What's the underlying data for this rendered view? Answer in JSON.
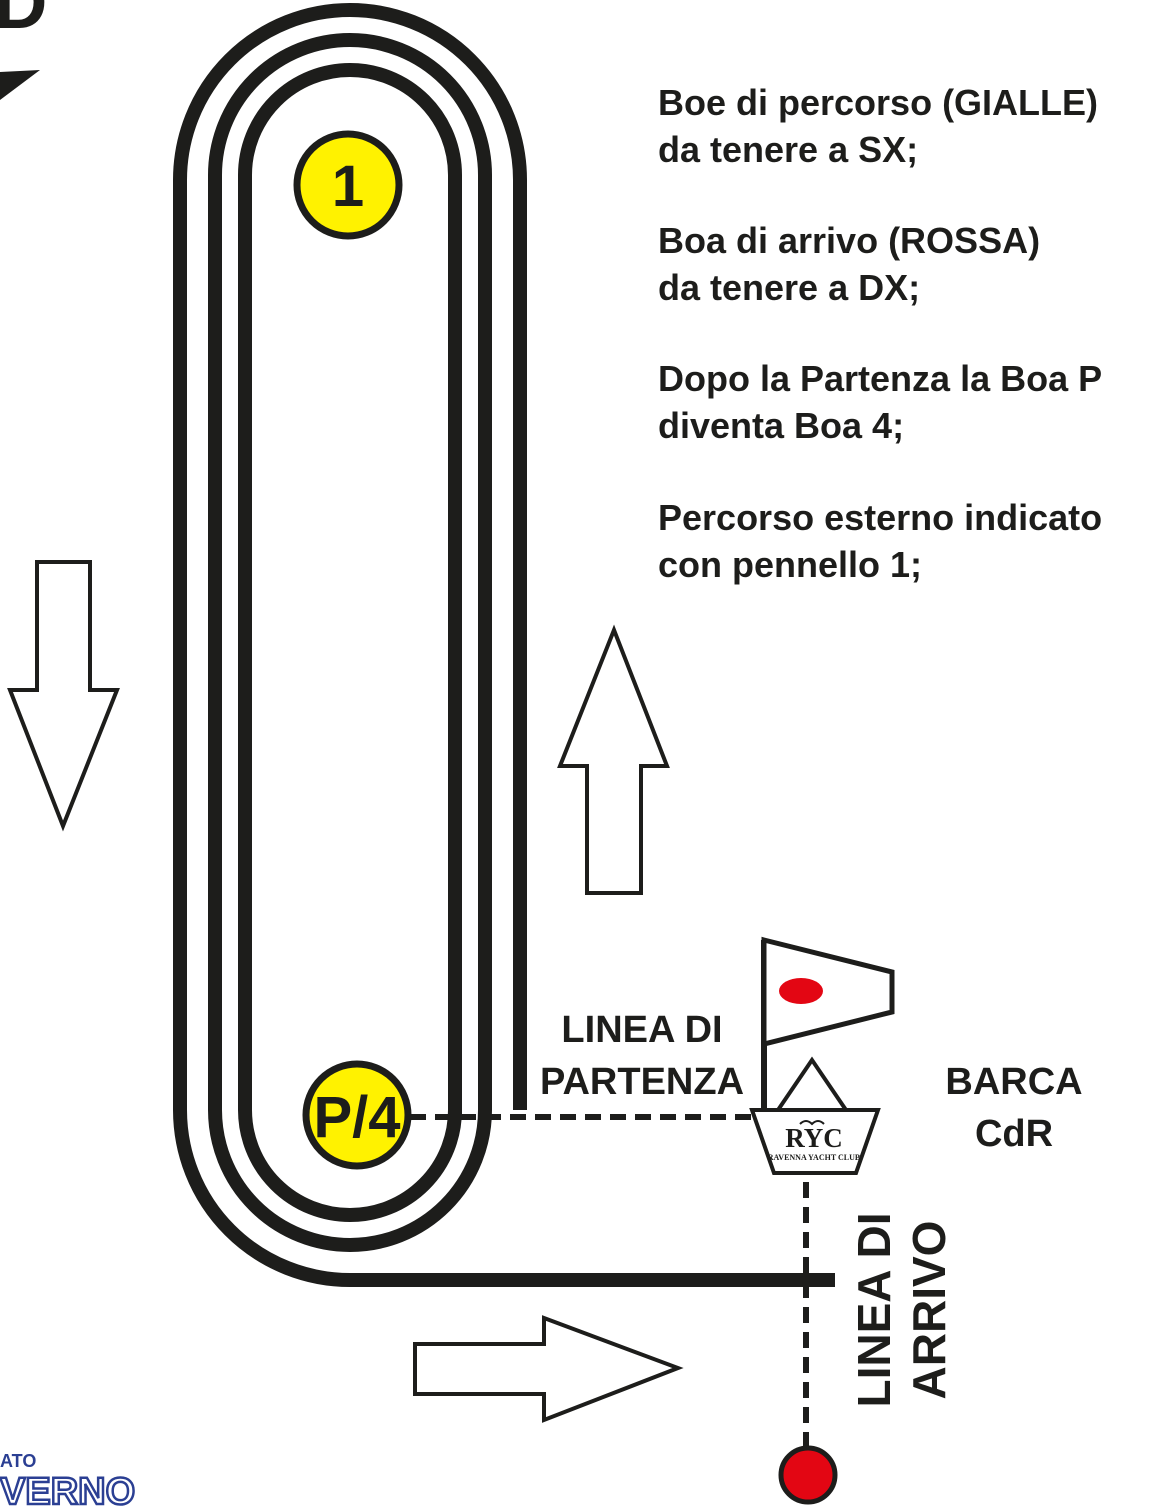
{
  "corner_title_fragment": "D",
  "instructions": [
    {
      "line1": "Boe di percorso (GIALLE)",
      "line2": "da tenere a SX;"
    },
    {
      "line1": "Boa di arrivo (ROSSA)",
      "line2": "da tenere a DX;"
    },
    {
      "line1": "Dopo la Partenza la Boa P",
      "line2": "diventa Boa 4;"
    },
    {
      "line1": "Percorso esterno indicato",
      "line2": "con pennello 1;"
    }
  ],
  "buoys": {
    "upwind": {
      "label": "1",
      "color": "#fff200"
    },
    "start": {
      "label": "P/4",
      "color": "#fff200"
    },
    "finish": {
      "label": "",
      "color": "#e30613"
    }
  },
  "start_line": {
    "line1": "LINEA DI",
    "line2": "PARTENZA"
  },
  "finish_line": {
    "line1": "LINEA  DI",
    "line2": "ARRIVO"
  },
  "committee_boat": {
    "line1": "BARCA",
    "line2": "CdR",
    "logo": "RYC",
    "logo_subtitle": "RAVENNA YACHT CLUB"
  },
  "bottom_logo": {
    "line1": "ATO",
    "line2": "VERNO"
  },
  "colors": {
    "ink": "#1d1d1b",
    "yellow": "#fff200",
    "red": "#e30613",
    "logo_blue": "#2b3f93"
  }
}
